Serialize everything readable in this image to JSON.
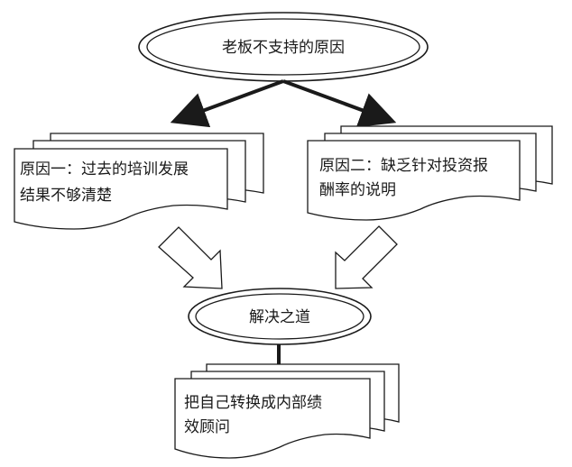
{
  "diagram": {
    "top_node": {
      "text": "老板不支持的原因"
    },
    "reason_one": {
      "line1": "原因一：过去的培训发展",
      "line2": "结果不够清楚"
    },
    "reason_two": {
      "line1": "原因二：缺乏针对投资报",
      "line2": "酬率的说明"
    },
    "solution_node": {
      "text": "解决之道"
    },
    "solution_box": {
      "line1": "把自己转换成内部绩",
      "line2": "效顾问"
    }
  }
}
